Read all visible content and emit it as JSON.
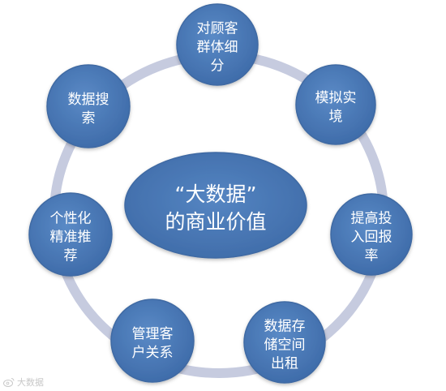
{
  "diagram": {
    "center": {
      "lines": [
        "“大数据”",
        "的商业价值"
      ]
    },
    "nodes": [
      {
        "id": "segmentation",
        "lines": [
          "对顾客",
          "群体细",
          "分"
        ]
      },
      {
        "id": "simulation",
        "lines": [
          "模拟实",
          "境"
        ]
      },
      {
        "id": "roi",
        "lines": [
          "提高投",
          "入回报",
          "率"
        ]
      },
      {
        "id": "storage-rental",
        "lines": [
          "数据存",
          "储空间",
          "出租"
        ]
      },
      {
        "id": "crm",
        "lines": [
          "管理客",
          "户关系"
        ]
      },
      {
        "id": "personalized-recommendation",
        "lines": [
          "个性化",
          "精准推",
          "荐"
        ]
      },
      {
        "id": "data-search",
        "lines": [
          "数据搜",
          "索"
        ]
      }
    ]
  },
  "colors": {
    "node_fill": "#4a7ab8",
    "node_stroke": "#3f6aa3",
    "center_fill": "#4a7ab8",
    "ring": "#c6cbdf",
    "text": "#ffffff"
  },
  "watermark": {
    "text": "大数据"
  }
}
